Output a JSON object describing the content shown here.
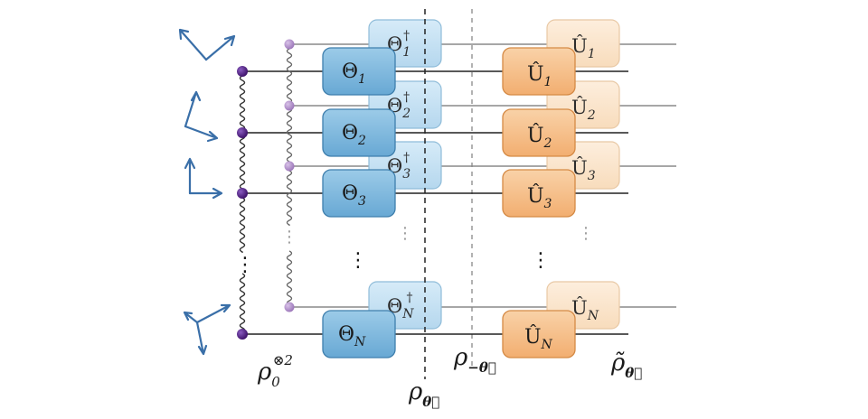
{
  "rows": [
    {
      "theta": "Θ",
      "theta_sub": "1",
      "thetadag": "Θ",
      "thetadag_sub": "1",
      "dag": "†",
      "u": "Û",
      "u_sub": "1",
      "uback": "Û",
      "uback_sub": "1"
    },
    {
      "theta": "Θ",
      "theta_sub": "2",
      "thetadag": "Θ",
      "thetadag_sub": "2",
      "dag": "†",
      "u": "Û",
      "u_sub": "2",
      "uback": "Û",
      "uback_sub": "2"
    },
    {
      "theta": "Θ",
      "theta_sub": "3",
      "thetadag": "Θ",
      "thetadag_sub": "3",
      "dag": "†",
      "u": "Û",
      "u_sub": "3",
      "uback": "Û",
      "uback_sub": "3"
    },
    {
      "theta": "Θ",
      "theta_sub": "N",
      "thetadag": "Θ",
      "thetadag_sub": "N",
      "dag": "†",
      "u": "Û",
      "u_sub": "N",
      "uback": "Û",
      "uback_sub": "N"
    }
  ],
  "labels": {
    "rho0": "ρ",
    "rho0_sub": "0",
    "rho0_sup": "⊗2",
    "rho_theta": "ρ",
    "rho_theta_sub": "θ⃗",
    "rho_minus": "ρ",
    "rho_minus_sub": "−θ⃗",
    "rho_tilde": "ρ̃",
    "rho_tilde_sub": "θ⃗"
  },
  "ellipsis": {
    "vertical": "⋮"
  },
  "colors": {
    "theta_front": "#7fb8dc",
    "theta_back": "#c4e0f2",
    "u_front": "#f6c18e",
    "u_back": "#fbe3cb",
    "wire": "#222222",
    "wire_back": "#888888",
    "node_dark": "#4b1a7a",
    "node_light": "#b08ac8",
    "arrows": "#3a6fa8"
  },
  "icons": [
    "spin-arrow-icon",
    "spin-arrow-icon",
    "spin-arrow-icon",
    "spin-arrow-icon"
  ]
}
